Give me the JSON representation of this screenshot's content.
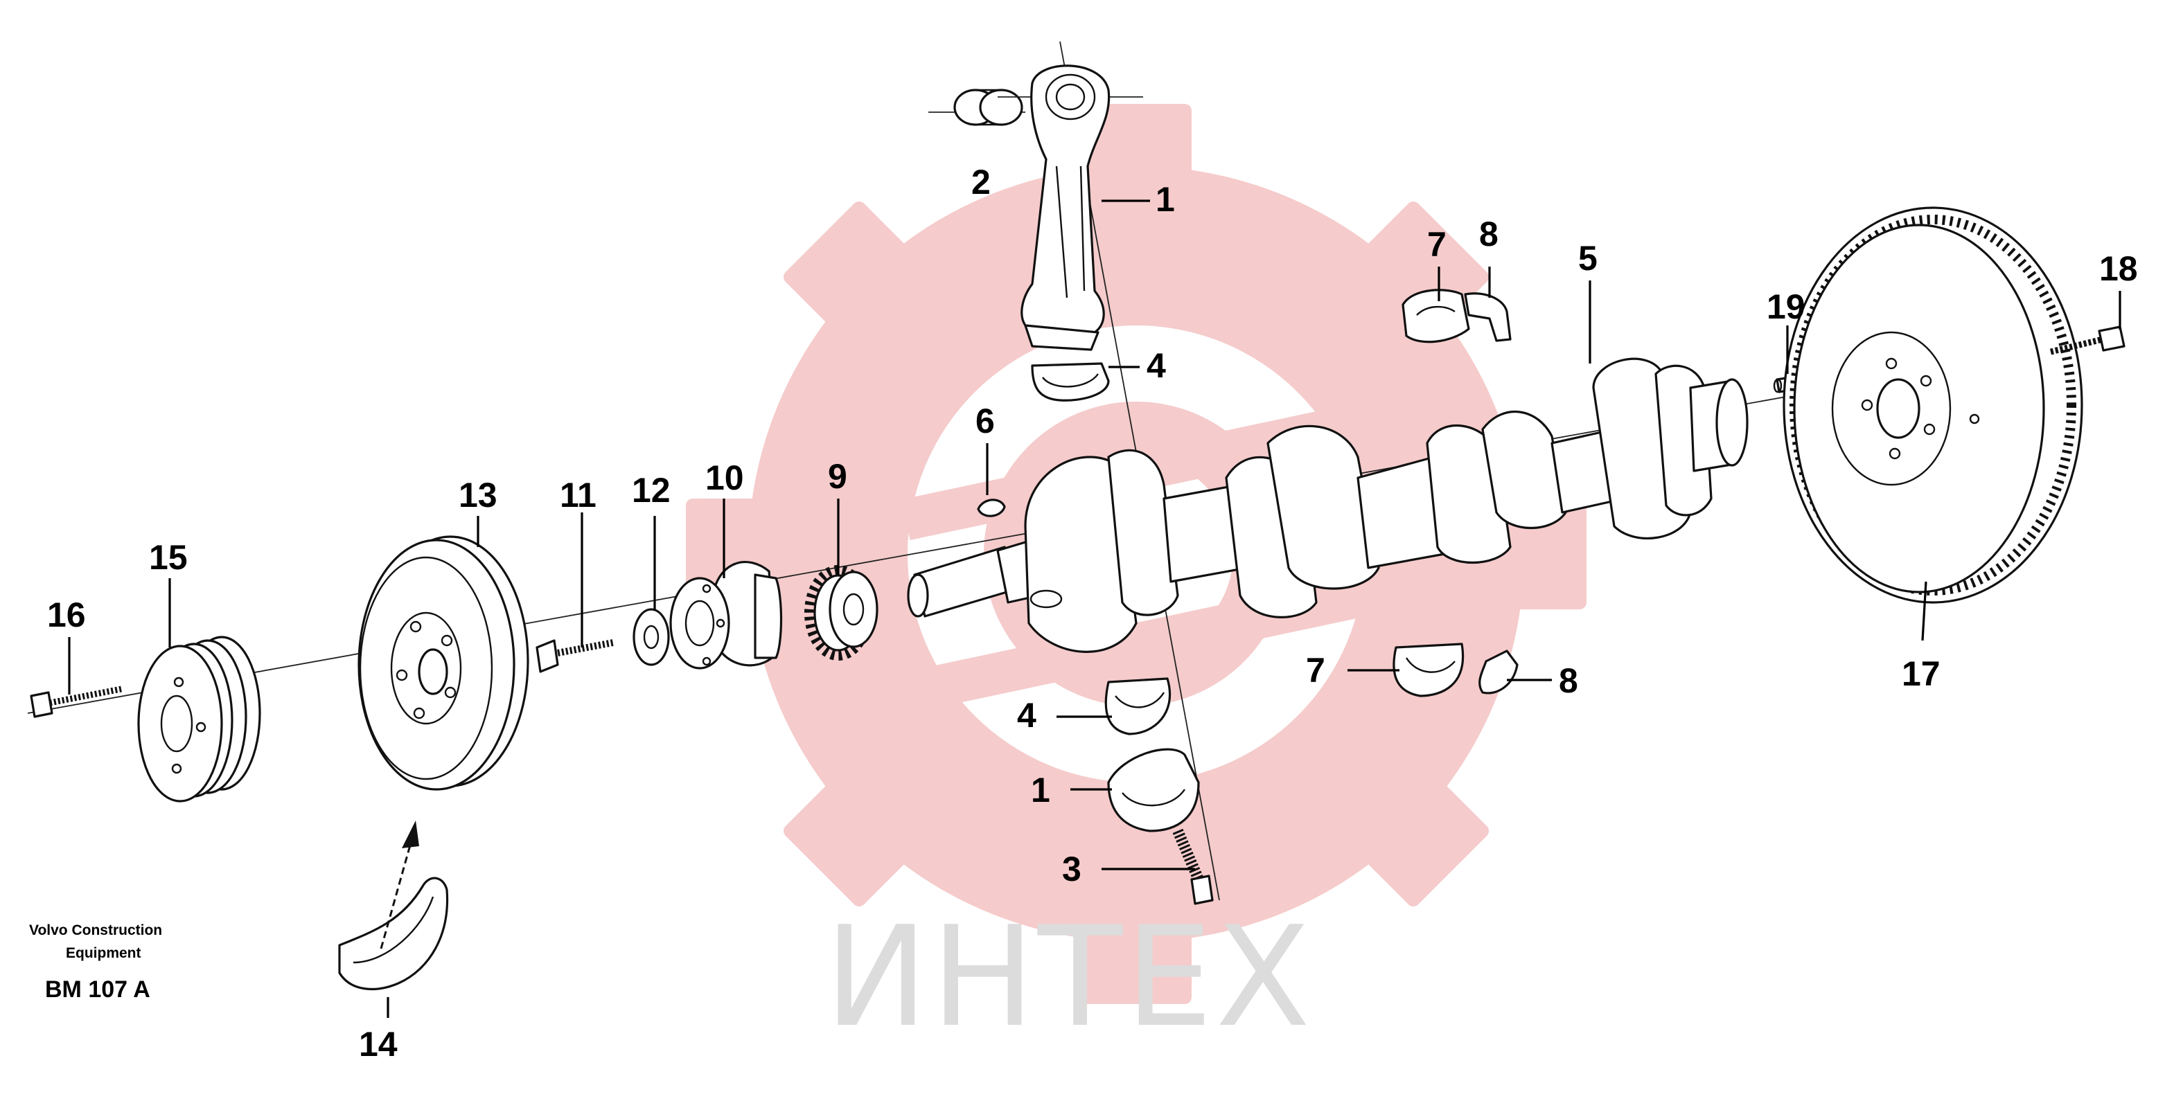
{
  "caption": {
    "company_line1": "Volvo Construction",
    "company_line2": "Equipment",
    "figure_code": "BM 107 A"
  },
  "watermark": {
    "text": "ИНТЕХ",
    "logo": "gear-logo",
    "logo_color": "#f4c2c2",
    "text_color": "#dcdcdc"
  },
  "callouts": [
    {
      "id": "c1a",
      "label": "1"
    },
    {
      "id": "c2",
      "label": "2"
    },
    {
      "id": "c4a",
      "label": "4"
    },
    {
      "id": "c6",
      "label": "6"
    },
    {
      "id": "c7a",
      "label": "7"
    },
    {
      "id": "c8a",
      "label": "8"
    },
    {
      "id": "c5",
      "label": "5"
    },
    {
      "id": "c19",
      "label": "19"
    },
    {
      "id": "c18",
      "label": "18"
    },
    {
      "id": "c17",
      "label": "17"
    },
    {
      "id": "c13",
      "label": "13"
    },
    {
      "id": "c11",
      "label": "11"
    },
    {
      "id": "c12",
      "label": "12"
    },
    {
      "id": "c10",
      "label": "10"
    },
    {
      "id": "c9",
      "label": "9"
    },
    {
      "id": "c15",
      "label": "15"
    },
    {
      "id": "c16",
      "label": "16"
    },
    {
      "id": "c7b",
      "label": "7"
    },
    {
      "id": "c8b",
      "label": "8"
    },
    {
      "id": "c4b",
      "label": "4"
    },
    {
      "id": "c1b",
      "label": "1"
    },
    {
      "id": "c3",
      "label": "3"
    },
    {
      "id": "c14",
      "label": "14"
    }
  ]
}
